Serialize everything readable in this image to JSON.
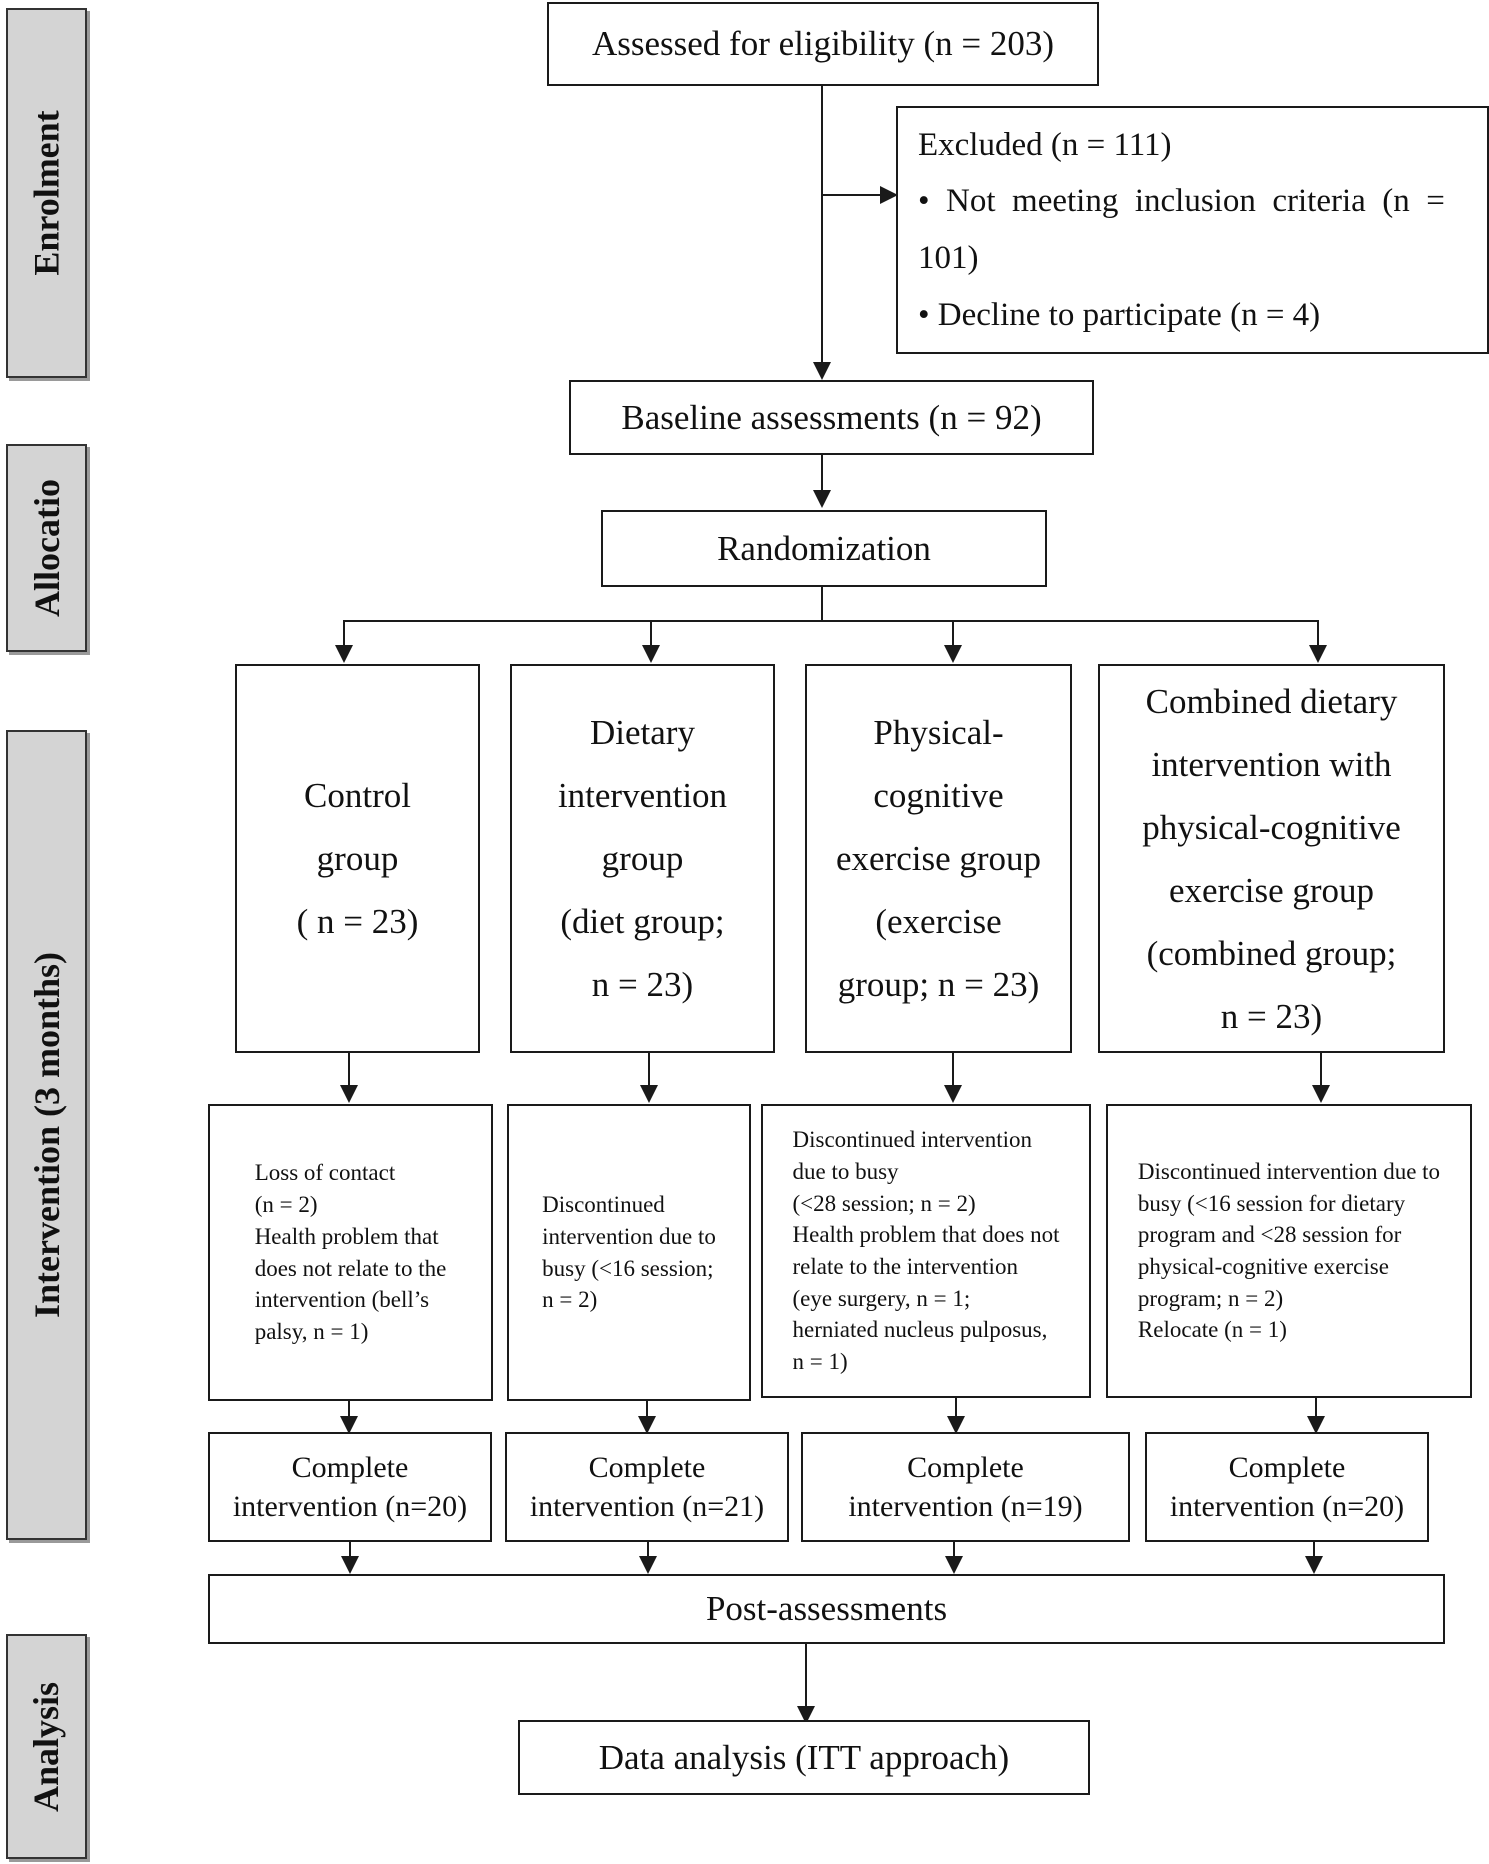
{
  "stages": {
    "enrolment": "Enrolment",
    "allocation": "Allocatio",
    "intervention": "Intervention (3 months)",
    "analysis": "Analysis"
  },
  "assessed": "Assessed for eligibility (n = 203)",
  "excluded": {
    "title": "Excluded (n = 111)",
    "item1_a": "•  Not  meeting  inclusion  criteria  (n  =",
    "item1_b": "101)",
    "item2": "• Decline to participate (n = 4)"
  },
  "baseline": "Baseline assessments (n = 92)",
  "randomization": "Randomization",
  "groups": [
    {
      "lines": [
        "Control",
        "group",
        "( n = 23)"
      ]
    },
    {
      "lines": [
        "Dietary",
        "intervention",
        "group",
        "(diet group;",
        "n = 23)"
      ]
    },
    {
      "lines": [
        "Physical-",
        "cognitive",
        "exercise group",
        "(exercise",
        "group; n = 23)"
      ]
    },
    {
      "lines": [
        "Combined dietary",
        "intervention with",
        "physical-cognitive",
        "exercise group",
        "(combined group;",
        "n = 23)"
      ]
    }
  ],
  "dropouts": [
    {
      "lines": [
        "Loss of contact",
        "(n = 2)",
        "Health problem that",
        "does not relate to the",
        "intervention (bell’s",
        "palsy, n = 1)"
      ]
    },
    {
      "lines": [
        "Discontinued",
        "intervention due to",
        "busy (<16 session;",
        "n = 2)"
      ]
    },
    {
      "lines": [
        "Discontinued intervention",
        "due to busy",
        "(<28 session; n = 2)",
        "Health problem that does not",
        "relate to the intervention",
        "(eye surgery, n = 1;",
        "herniated nucleus pulposus,",
        "n = 1)"
      ]
    },
    {
      "lines": [
        "Discontinued intervention due to",
        "busy (<16 session for dietary",
        "program and <28 session for",
        "physical-cognitive exercise",
        "program; n = 2)",
        "Relocate (n = 1)"
      ]
    }
  ],
  "completes": [
    {
      "l1": "Complete",
      "l2": "intervention (n=20)"
    },
    {
      "l1": "Complete",
      "l2": "intervention (n=21)"
    },
    {
      "l1": "Complete",
      "l2": "intervention (n=19)"
    },
    {
      "l1": "Complete",
      "l2": "intervention (n=20)"
    }
  ],
  "post": "Post-assessments",
  "analysis": "Data analysis (ITT approach)"
}
